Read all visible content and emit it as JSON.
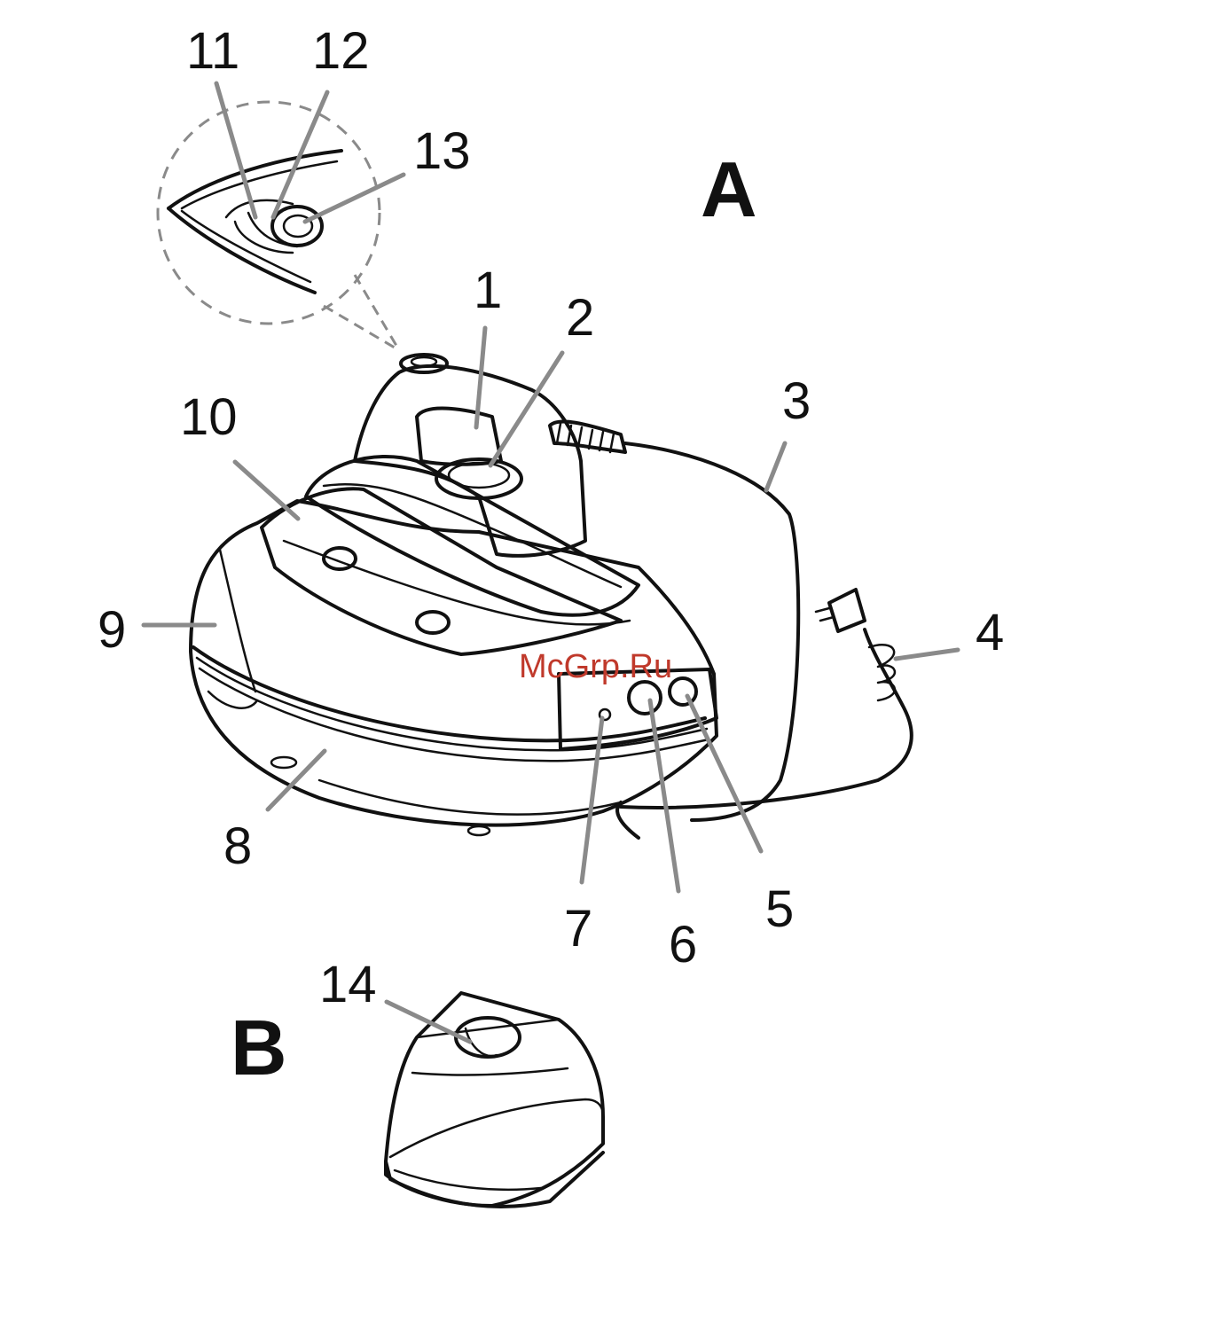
{
  "figure": {
    "section_a": "A",
    "section_b": "B",
    "watermark": "McGrp.Ru",
    "callouts": [
      {
        "id": "1",
        "text": "1"
      },
      {
        "id": "2",
        "text": "2"
      },
      {
        "id": "3",
        "text": "3"
      },
      {
        "id": "4",
        "text": "4"
      },
      {
        "id": "5",
        "text": "5"
      },
      {
        "id": "6",
        "text": "6"
      },
      {
        "id": "7",
        "text": "7"
      },
      {
        "id": "8",
        "text": "8"
      },
      {
        "id": "9",
        "text": "9"
      },
      {
        "id": "10",
        "text": "10"
      },
      {
        "id": "11",
        "text": "11"
      },
      {
        "id": "12",
        "text": "12"
      },
      {
        "id": "13",
        "text": "13"
      },
      {
        "id": "14",
        "text": "14"
      }
    ]
  }
}
